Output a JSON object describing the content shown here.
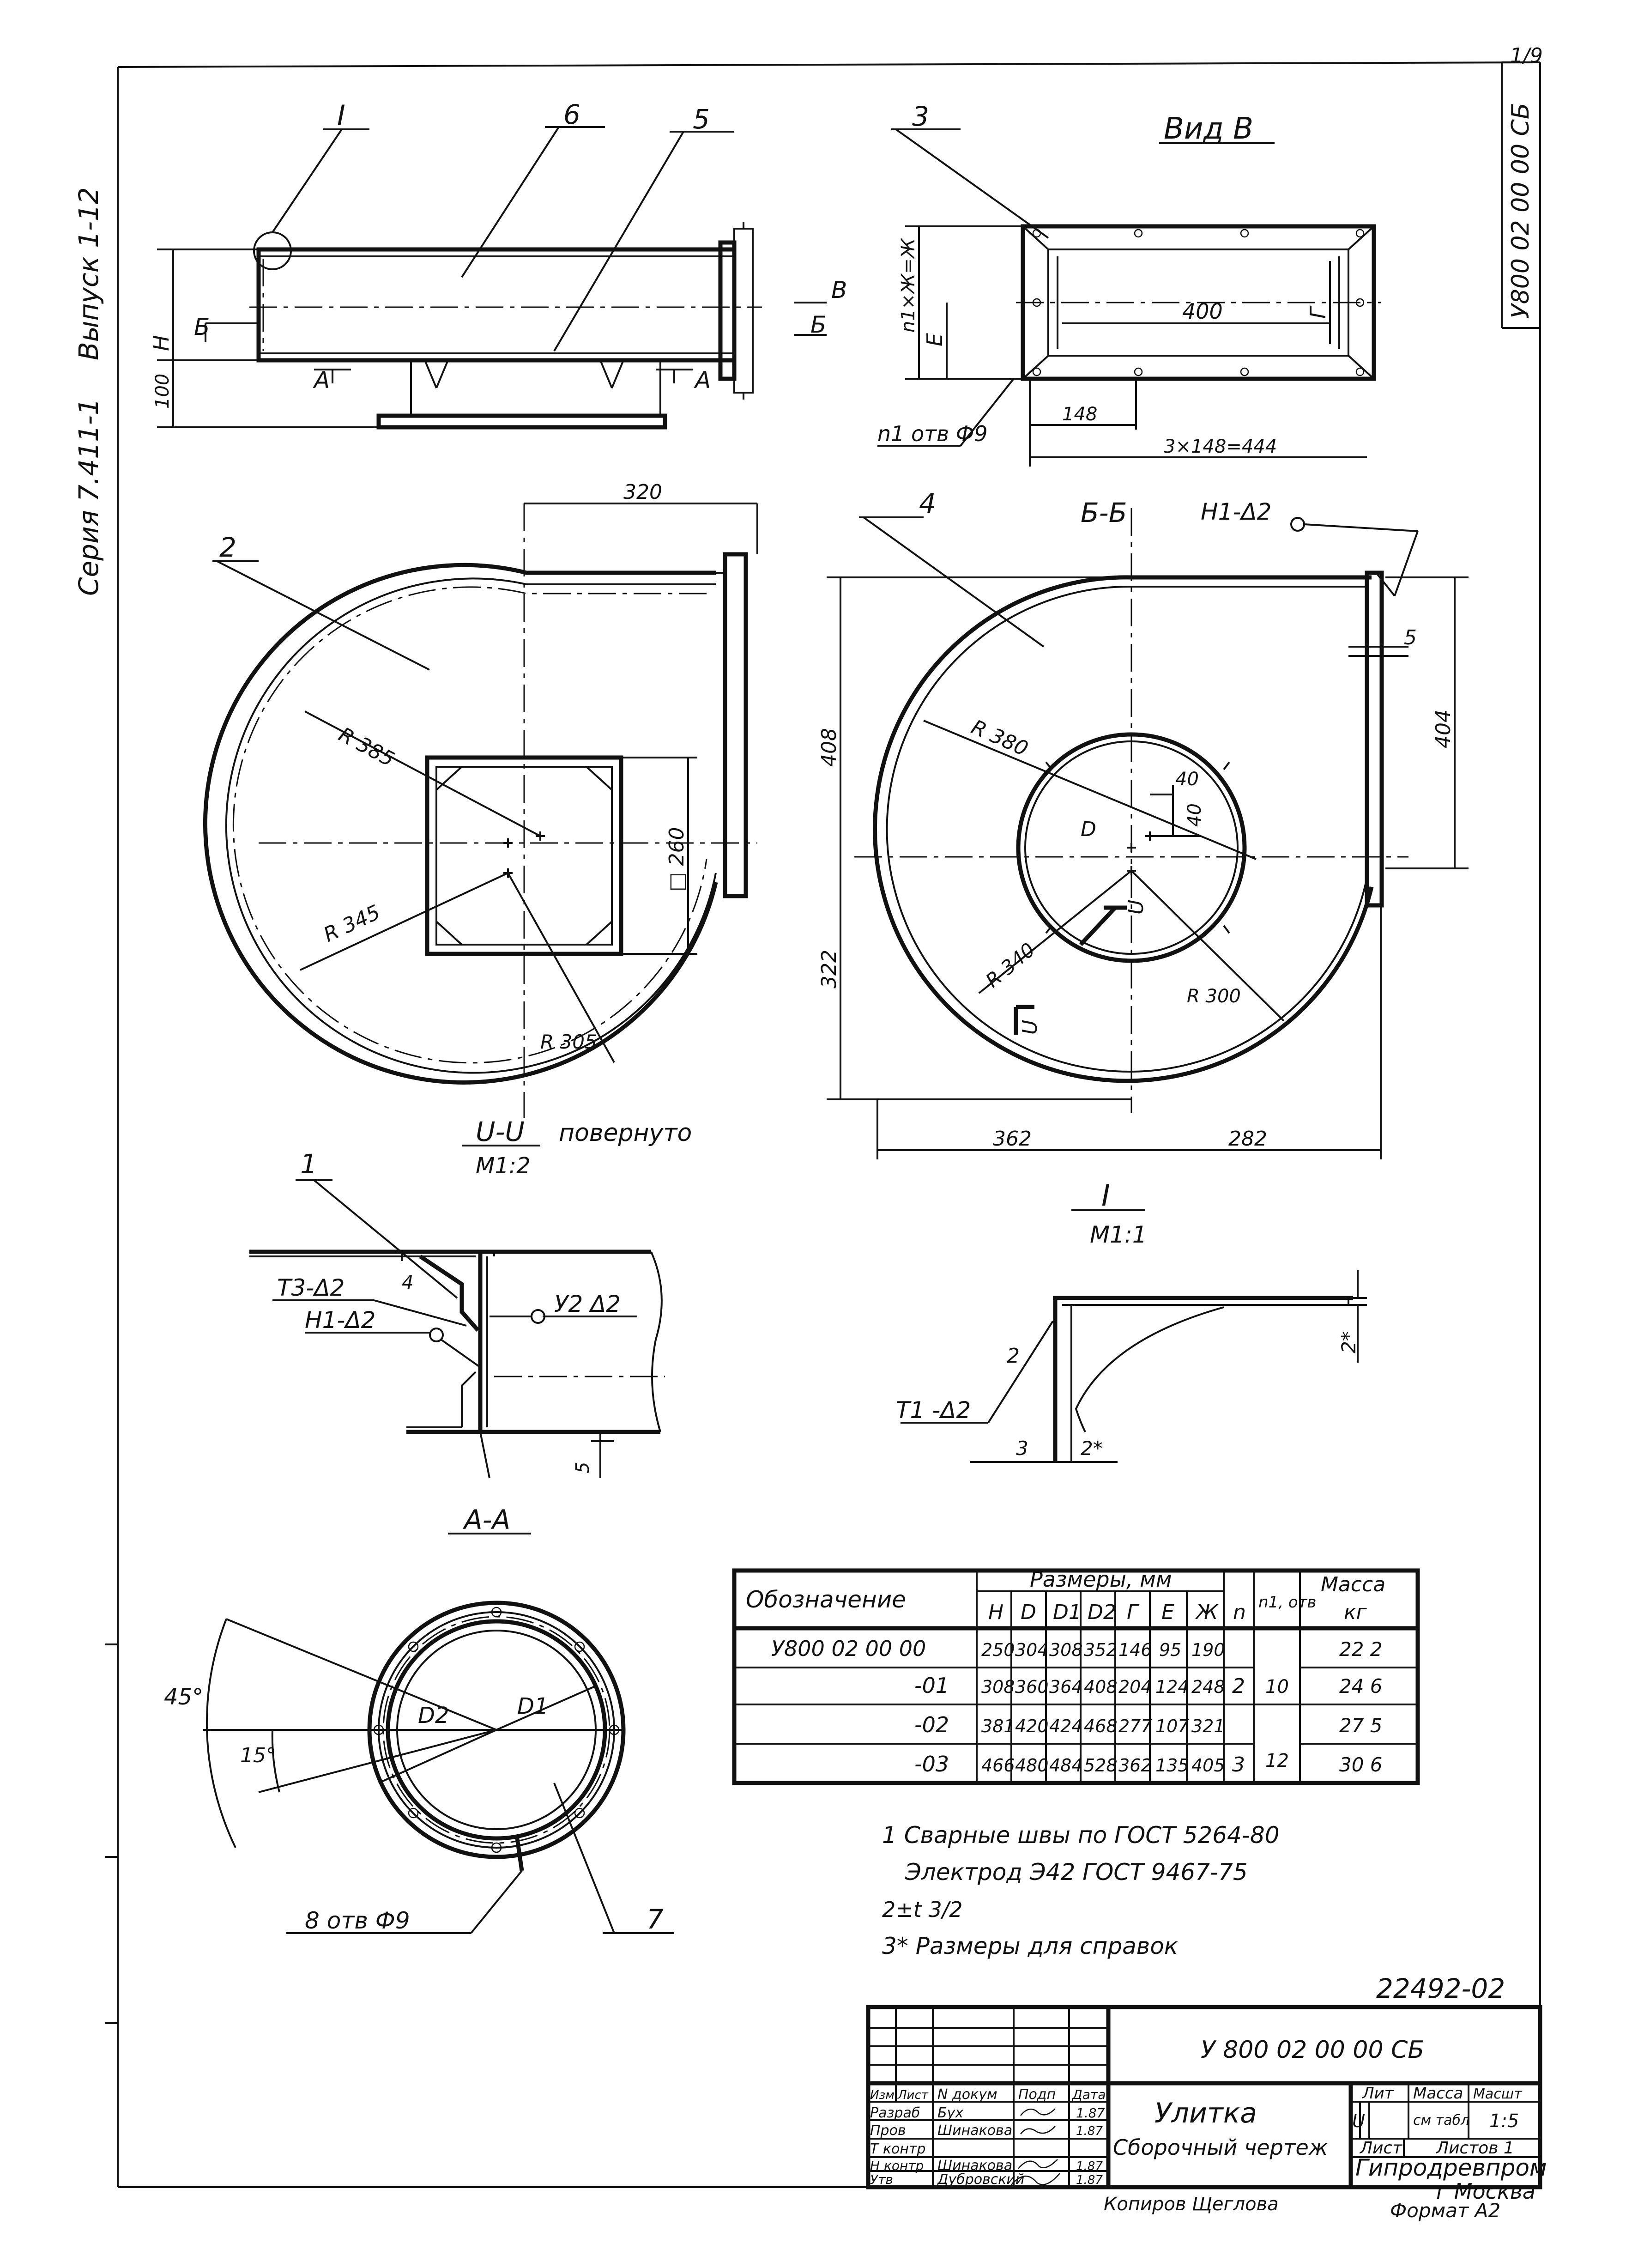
{
  "sheet": {
    "page_no": "1/9",
    "code_vertical": "У800 02 00 00 СБ",
    "series": "Серия 7.411-1",
    "issue": "Выпуск 1-12"
  },
  "views": {
    "side": {
      "callout_I": "I",
      "part6": "6",
      "part5": "5",
      "dim_H": "H",
      "dim_100": "100",
      "cut_B": "Б",
      "cut_A": "А"
    },
    "view_B": {
      "title": "Вид В",
      "part3": "3",
      "dim_400": "400",
      "dim_G": "Г",
      "dim_E": "Е",
      "dim_n1Zh": "n1×Ж=Ж",
      "dim_148": "148",
      "dim_3x148": "3×148=444",
      "holes": "n1 отв Ф9",
      "arrow_B": "В"
    },
    "front": {
      "part2": "2",
      "dim_320": "320",
      "r385": "R 385",
      "r345": "R 345",
      "r305": "R 305",
      "sq260": "□ 260"
    },
    "section_BB": {
      "title": "Б-Б",
      "weld": "Н1-Δ2",
      "part4": "4",
      "dim_408": "408",
      "dim_322": "322",
      "dim_404": "404",
      "dim_5": "5",
      "r380": "R 380",
      "r340": "R 340",
      "r300": "R 300",
      "dim_D": "D",
      "dim_40a": "40",
      "dim_40b": "40",
      "cut_U": "U",
      "dim_362": "362",
      "dim_282": "282"
    },
    "section_UU": {
      "title": "U-U",
      "scale": "М1:2",
      "note": "повернуто",
      "part1": "1",
      "weld_t3": "Т3-Δ2",
      "weld_h1": "Н1-Δ2",
      "weld_u2": "У2 Δ2",
      "dim_4": "4",
      "dim_5": "5"
    },
    "detail_I": {
      "title": "I",
      "scale": "М1:1",
      "part2": "2",
      "weld": "Т1 -Δ2",
      "dim_3": "3",
      "dim_2s": "2*",
      "dim_2s_b": "2*"
    },
    "section_AA": {
      "title": "А-А",
      "ang45": "45°",
      "ang15": "15°",
      "d2": "D2",
      "d1": "D1",
      "holes": "8 отв Ф9",
      "part7": "7"
    }
  },
  "table": {
    "header_designation": "Обозначение",
    "header_sizes": "Размеры, мм",
    "cols": [
      "H",
      "D",
      "D1",
      "D2",
      "Г",
      "Е",
      "Ж"
    ],
    "header_n": "n",
    "header_n1": "n1, отв",
    "header_mass": "Масса",
    "header_kg": "кг",
    "rows": [
      {
        "des": "У800 02 00 00",
        "vals": [
          "250",
          "304",
          "308",
          "352",
          "146",
          "95",
          "190"
        ],
        "mass": "22 2"
      },
      {
        "des": "-01",
        "vals": [
          "308",
          "360",
          "364",
          "408",
          "204",
          "124",
          "248"
        ],
        "mass": "24 6"
      },
      {
        "des": "-02",
        "vals": [
          "381",
          "420",
          "424",
          "468",
          "277",
          "107",
          "321"
        ],
        "mass": "27 5"
      },
      {
        "des": "-03",
        "vals": [
          "466",
          "480",
          "484",
          "528",
          "362",
          "135",
          "405"
        ],
        "mass": "30 6"
      }
    ],
    "n_group1": "2",
    "n1_group1": "10",
    "n_group2": "3",
    "n1_group2": "12"
  },
  "notes": [
    "1 Сварные швы по ГОСТ 5264-80",
    "Электрод Э42 ГОСТ 9467-75",
    "2±t 3/2",
    "3* Размеры для справок"
  ],
  "stamp": {
    "doc_number": "22492-02",
    "designation": "У 800 02 00 00 СБ",
    "name": "Улитка",
    "doc_type": "Сборочный чертеж",
    "h_izm": "Изм",
    "h_list": "Лист",
    "h_ndok": "N докум",
    "h_podp": "Подп",
    "h_data": "Дата",
    "r1_role": "Разраб",
    "r1_name": "Бух",
    "r1_date": "1.87",
    "r2_role": "Пров",
    "r2_name": "Шинакова",
    "r2_date": "1.87",
    "r3_role": "Т контр",
    "r4_role": "Н контр",
    "r4_name": "Шинакова",
    "r4_date": "1.87",
    "r5_role": "Утв",
    "r5_name": "Дубровский",
    "r5_date": "1.87",
    "h_lit": "Лит",
    "h_massa": "Масса",
    "h_masht": "Масшт",
    "lit": "U",
    "massa": "см табл",
    "masht": "1:5",
    "sheet": "Лист",
    "sheets": "Листов 1",
    "org": "Гипродревпром",
    "city": "г Москва",
    "copied": "Копиров Щеглова",
    "format": "Формат А2"
  }
}
